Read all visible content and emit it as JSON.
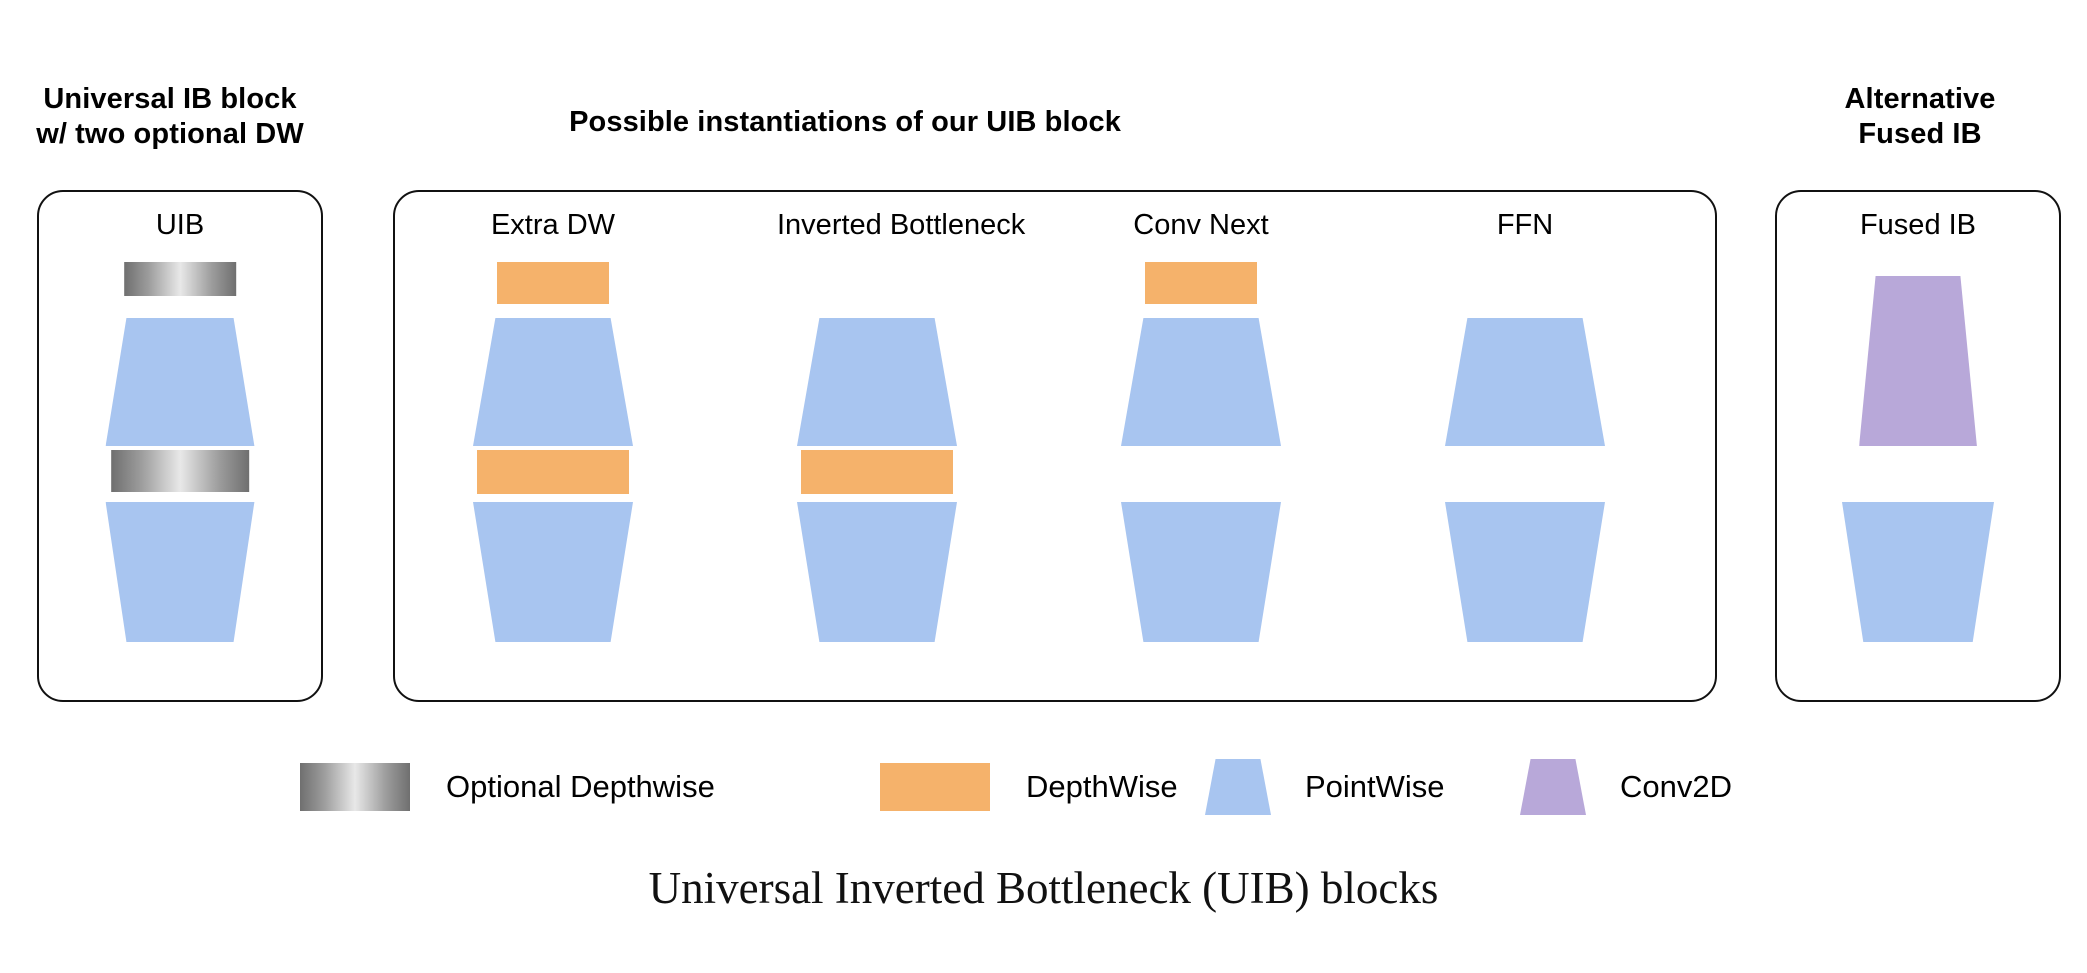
{
  "headers": {
    "left": "Universal IB block\nw/ two optional DW",
    "middle": "Possible instantiations of our UIB block",
    "right": "Alternative\nFused IB"
  },
  "panels": {
    "left": {
      "columns": [
        {
          "title": "UIB",
          "name": "uib",
          "shapes": [
            {
              "kind": "bar-gray",
              "label": "optional-depthwise-top"
            },
            {
              "kind": "trap-down",
              "label": "pointwise-expand"
            },
            {
              "kind": "bar-gray",
              "label": "optional-depthwise-mid"
            },
            {
              "kind": "trap-up",
              "label": "pointwise-project"
            }
          ]
        }
      ]
    },
    "middle": {
      "columns": [
        {
          "title": "Extra DW",
          "name": "extra-dw",
          "shapes": [
            {
              "kind": "bar-orange",
              "label": "depthwise-top"
            },
            {
              "kind": "trap-down",
              "label": "pointwise-expand"
            },
            {
              "kind": "bar-orange",
              "label": "depthwise-mid"
            },
            {
              "kind": "trap-up",
              "label": "pointwise-project"
            }
          ]
        },
        {
          "title": "Inverted Bottleneck",
          "name": "inverted-bottleneck",
          "shapes": [
            {
              "kind": "trap-down",
              "label": "pointwise-expand"
            },
            {
              "kind": "bar-orange",
              "label": "depthwise-mid"
            },
            {
              "kind": "trap-up",
              "label": "pointwise-project"
            }
          ]
        },
        {
          "title": "Conv Next",
          "name": "conv-next",
          "shapes": [
            {
              "kind": "bar-orange",
              "label": "depthwise-top"
            },
            {
              "kind": "trap-down",
              "label": "pointwise-expand"
            },
            {
              "kind": "trap-up",
              "label": "pointwise-project"
            }
          ]
        },
        {
          "title": "FFN",
          "name": "ffn",
          "shapes": [
            {
              "kind": "trap-down",
              "label": "pointwise-expand"
            },
            {
              "kind": "trap-up",
              "label": "pointwise-project"
            }
          ]
        }
      ]
    },
    "right": {
      "columns": [
        {
          "title": "Fused IB",
          "name": "fused-ib",
          "shapes": [
            {
              "kind": "trap-purple",
              "label": "conv2d"
            },
            {
              "kind": "trap-up",
              "label": "pointwise-project"
            }
          ]
        }
      ]
    }
  },
  "legend": {
    "items": [
      {
        "label": "Optional Depthwise",
        "swatch": "gradient-gray-bar",
        "color": "#9d9d9d"
      },
      {
        "label": "DepthWise",
        "swatch": "orange-bar",
        "color": "#f5b26b"
      },
      {
        "label": "PointWise",
        "swatch": "blue-trapezoid",
        "color": "#a8c5f0"
      },
      {
        "label": "Conv2D",
        "swatch": "purple-trapezoid",
        "color": "#b8a8d9"
      }
    ]
  },
  "caption": "Universal Inverted Bottleneck (UIB) blocks",
  "colors": {
    "pointwise": "#a8c5f0",
    "depthwise": "#f5b26b",
    "conv2d": "#b8a8d9",
    "optional_depthwise": "#9d9d9d",
    "outline": "#111111",
    "background": "#ffffff"
  }
}
